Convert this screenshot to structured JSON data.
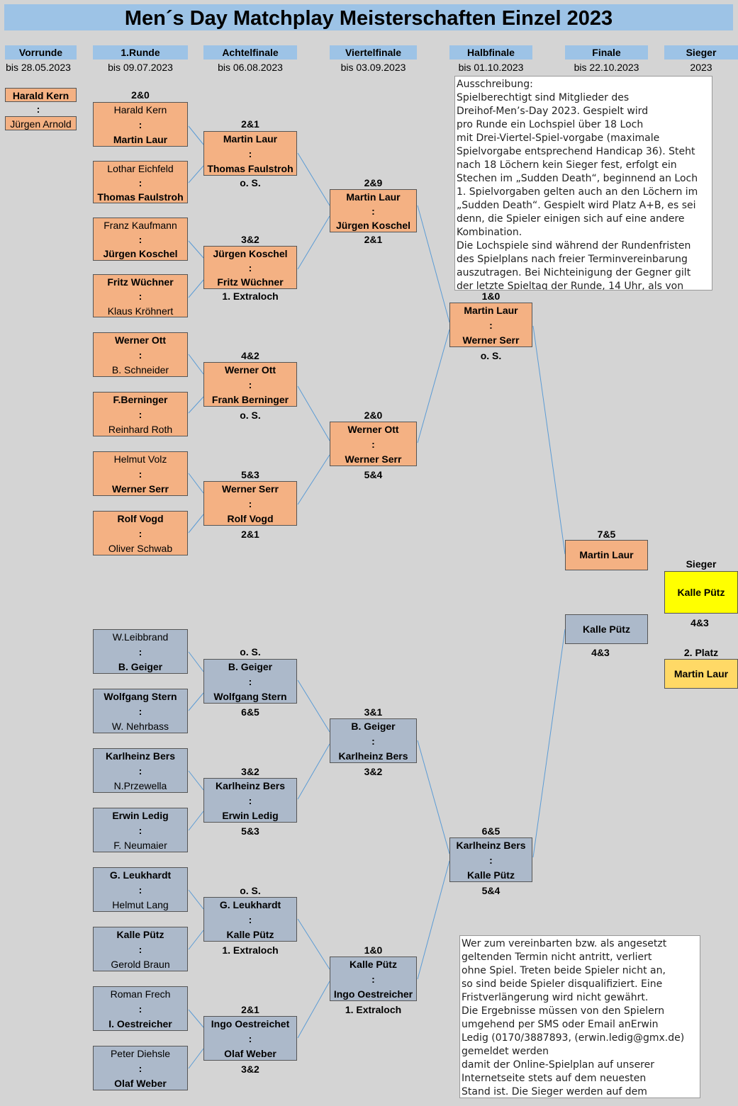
{
  "title": "Men´s Day Matchplay Meisterschaften Einzel 2023",
  "rounds": [
    {
      "label": "Vorrunde",
      "date": "bis 28.05.2023"
    },
    {
      "label": "1.Runde",
      "date": "bis 09.07.2023"
    },
    {
      "label": "Achtelfinale",
      "date": "bis 06.08.2023"
    },
    {
      "label": "Viertelfinale",
      "date": "bis 03.09.2023"
    },
    {
      "label": "Halbfinale",
      "date": "bis 01.10.2023"
    },
    {
      "label": "Finale",
      "date": "bis 22.10.2023"
    },
    {
      "label": "Sieger",
      "date": "2023"
    }
  ],
  "separator": ":",
  "vorrunde": {
    "p1": "Harald Kern",
    "p2": "Jürgen Arnold"
  },
  "r1": [
    {
      "score": "2&0",
      "p1": "Harald Kern",
      "p2": "Martin Laur"
    },
    {
      "p1": "Lothar Eichfeld",
      "p2": "Thomas Faulstroh"
    },
    {
      "p1": "Franz Kaufmann",
      "p2": "Jürgen Koschel"
    },
    {
      "p1": "Fritz Wüchner",
      "p2": "Klaus Kröhnert"
    },
    {
      "p1": "Werner Ott",
      "p2": "B. Schneider"
    },
    {
      "p1": "F.Berninger",
      "p2": "Reinhard Roth"
    },
    {
      "p1": "Helmut Volz",
      "p2": "Werner Serr"
    },
    {
      "p1": "Rolf Vogd",
      "p2": "Oliver Schwab"
    },
    {
      "p1": "W.Leibbrand",
      "p2": "B. Geiger"
    },
    {
      "p1": "Wolfgang Stern",
      "p2": "W. Nehrbass"
    },
    {
      "p1": "Karlheinz Bers",
      "p2": "N.Przewella"
    },
    {
      "p1": "Erwin Ledig",
      "p2": "F. Neumaier"
    },
    {
      "p1": "G. Leukhardt",
      "p2": "Helmut Lang"
    },
    {
      "p1": "Kalle Pütz",
      "p2": "Gerold Braun"
    },
    {
      "p1": "Roman Frech",
      "p2": "I. Oestreicher"
    },
    {
      "p1": "Peter Diehsle",
      "p2": "Olaf Weber"
    }
  ],
  "r2": [
    {
      "above": "2&1",
      "p1": "Martin Laur",
      "p2": "Thomas Faulstroh",
      "below": "o. S."
    },
    {
      "above": "3&2",
      "p1": "Jürgen Koschel",
      "p2": "Fritz Wüchner",
      "below": "1. Extraloch"
    },
    {
      "above": "4&2",
      "p1": "Werner Ott",
      "p2": "Frank Berninger",
      "below": "o. S."
    },
    {
      "above": "5&3",
      "p1": "Werner Serr",
      "p2": "Rolf Vogd",
      "below": "2&1"
    },
    {
      "above": "o. S.",
      "p1": "B. Geiger",
      "p2": "Wolfgang Stern",
      "below": "6&5"
    },
    {
      "above": "3&2",
      "p1": "Karlheinz Bers",
      "p2": "Erwin Ledig",
      "below": "5&3"
    },
    {
      "above": "o. S.",
      "p1": "G. Leukhardt",
      "p2": "Kalle Pütz",
      "below": "1. Extraloch"
    },
    {
      "above": "2&1",
      "p1": "Ingo Oestreichet",
      "p2": "Olaf Weber",
      "below": "3&2"
    }
  ],
  "r3": [
    {
      "above": "2&9",
      "p1": "Martin Laur",
      "p2": "Jürgen Koschel",
      "below": "2&1"
    },
    {
      "above": "2&0",
      "p1": "Werner Ott",
      "p2": "Werner Serr",
      "below": "5&4"
    },
    {
      "above": "3&1",
      "p1": "B. Geiger",
      "p2": "Karlheinz Bers",
      "below": "3&2"
    },
    {
      "above": "1&0",
      "p1": "Kalle Pütz",
      "p2": "Ingo Oestreicher",
      "below": "1. Extraloch"
    }
  ],
  "r4": [
    {
      "above": "1&0",
      "p1": "Martin Laur",
      "p2": "Werner Serr",
      "below": "o. S."
    },
    {
      "above": "6&5",
      "p1": "Karlheinz Bers",
      "p2": "Kalle Pütz",
      "below": "5&4"
    }
  ],
  "final": {
    "above": "7&5",
    "p1": "Martin Laur",
    "p2": "Kalle Pütz",
    "below": "4&3"
  },
  "winner": {
    "label": "Sieger",
    "name": "Kalle Pütz",
    "score": "4&3",
    "second_label": "2. Platz",
    "second_name": "Martin Laur"
  },
  "notice1": {
    "lines": [
      "Ausschreibung:",
      "Spielberechtigt sind Mitglieder des",
      "Dreihof-Men’s-Day 2023. Gespielt wird",
      "pro Runde ein Lochspiel über 18 Loch",
      "mit Drei-Viertel-Spiel-vorgabe (maximale",
      "Spielvorgabe entsprechend Handicap 36). Steht",
      "nach 18 Löchern kein Sieger fest, erfolgt ein",
      "Stechen im „Sudden Death“, beginnend an Loch",
      "1. Spielvorgaben gelten auch an den Löchern im",
      "„Sudden Death“. Gespielt wird Platz A+B, es sei",
      "denn, die Spieler einigen sich auf eine andere",
      "Kombination.",
      "Die Lochspiele sind während der Rundenfristen",
      "des Spielplans nach freier Terminvereinbarung",
      "auszutragen. Bei Nichteinigung der Gegner gilt",
      "der letzte Spieltag der Runde, 14 Uhr, als von"
    ]
  },
  "notice2": {
    "lines": [
      "Wer zum vereinbarten bzw. als angesetzt",
      "geltenden Termin nicht antritt, verliert",
      "ohne Spiel. Treten beide Spieler nicht an,",
      "so sind beide Spieler disqualifiziert. Eine",
      "Fristverlängerung wird nicht gewährt.",
      "Die Ergebnisse müssen von den Spielern",
      "umgehend per SMS oder Email anErwin",
      "Ledig (0170/3887893, (erwin.ledig@gmx.de)",
      "gemeldet werden",
      "damit der Online-Spielplan auf unserer",
      "Internetseite stets auf dem neuesten",
      "Stand ist. Die Sieger werden auf dem"
    ]
  },
  "colors": {
    "header": "#9dc3e6",
    "upper": "#f4b183",
    "lower": "#acb9ca",
    "winner": "#ffff00",
    "second": "#ffd966",
    "line": "#5b9bd5"
  }
}
